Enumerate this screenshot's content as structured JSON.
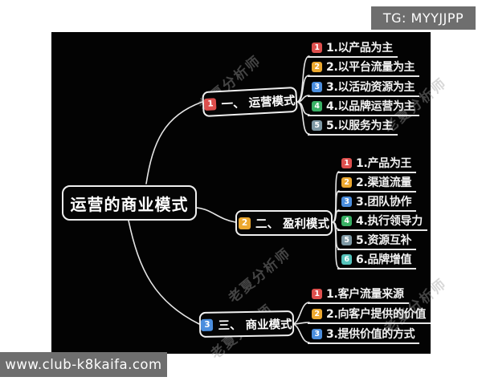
{
  "overlays": {
    "tg_badge": "TG: MYYJJPP",
    "site_badge": "www.club-k8kaifa.com",
    "badge_bg": "#6e6e6e"
  },
  "watermark": {
    "text": "老夏分析师"
  },
  "colors": {
    "canvas_bg": "#030303",
    "node_border": "#f0f0f0",
    "edge": "#e6e6e6",
    "badge_red": "#dd4f4d",
    "badge_orange": "#eca82f",
    "badge_blue": "#4b8ede",
    "badge_green": "#39b065",
    "badge_slate": "#7e98a4",
    "badge_teal": "#55c3bb"
  },
  "mindmap": {
    "root": "运营的商业模式",
    "branches": [
      {
        "num": "1",
        "label": "一、 运营模式",
        "color": "#dd4f4d",
        "children": [
          {
            "num": "1",
            "text": "1.以产品为主",
            "color": "#dd4f4d"
          },
          {
            "num": "2",
            "text": "2.以平台流量为主",
            "color": "#eca82f"
          },
          {
            "num": "3",
            "text": "3.以活动资源为主",
            "color": "#4b8ede"
          },
          {
            "num": "4",
            "text": "4.以品牌运营为主",
            "color": "#39b065"
          },
          {
            "num": "5",
            "text": "5.以服务为主",
            "color": "#7e98a4"
          }
        ]
      },
      {
        "num": "2",
        "label": "二、 盈利模式",
        "color": "#eca82f",
        "children": [
          {
            "num": "1",
            "text": "1.产品为王",
            "color": "#dd4f4d"
          },
          {
            "num": "2",
            "text": "2.渠道流量",
            "color": "#eca82f"
          },
          {
            "num": "3",
            "text": "3.团队协作",
            "color": "#4b8ede"
          },
          {
            "num": "4",
            "text": "4.执行领导力",
            "color": "#39b065"
          },
          {
            "num": "5",
            "text": "5.资源互补",
            "color": "#7e98a4"
          },
          {
            "num": "6",
            "text": "6.品牌增值",
            "color": "#55c3bb"
          }
        ]
      },
      {
        "num": "3",
        "label": "三、 商业模式",
        "color": "#4b8ede",
        "children": [
          {
            "num": "1",
            "text": "1.客户流量来源",
            "color": "#dd4f4d"
          },
          {
            "num": "2",
            "text": "2.向客户提供的价值",
            "color": "#eca82f"
          },
          {
            "num": "3",
            "text": "3.提供价值的方式",
            "color": "#4b8ede"
          }
        ]
      }
    ]
  }
}
